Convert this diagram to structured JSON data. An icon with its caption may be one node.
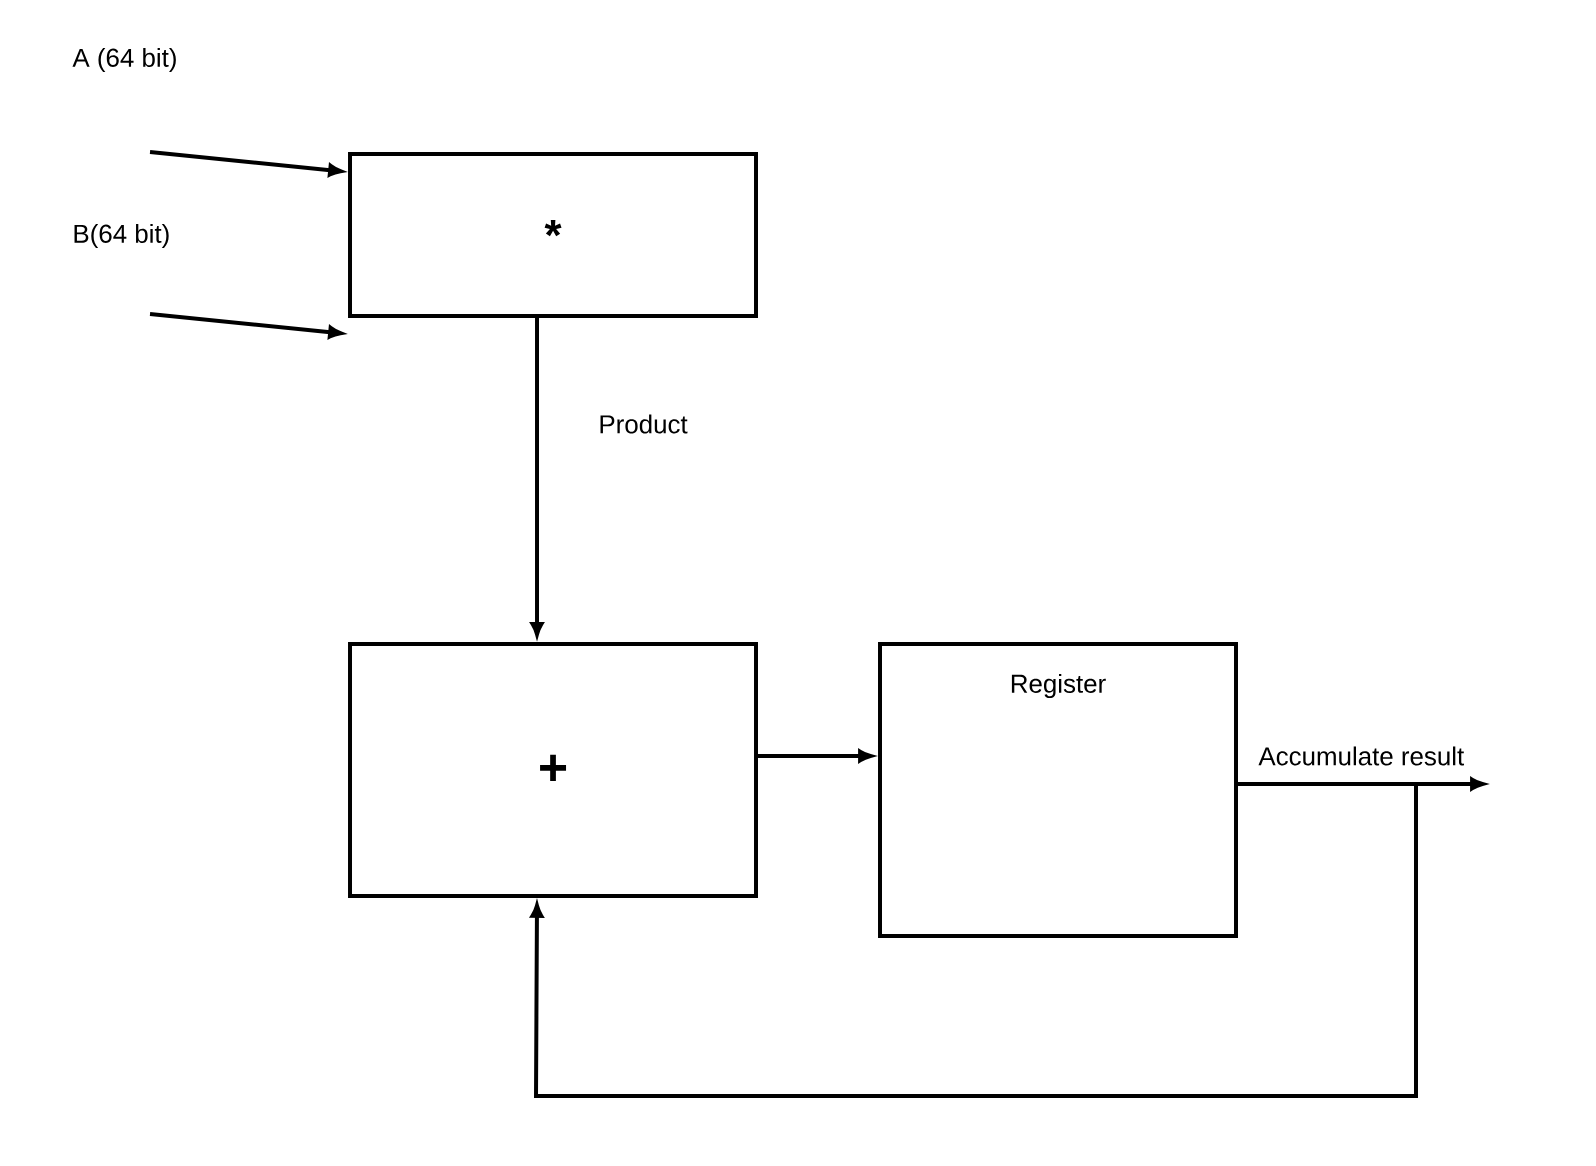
{
  "diagram": {
    "nodes": [
      {
        "text": [
          "*"
        ]
      },
      {
        "text": [
          "+"
        ]
      },
      {
        "text": [
          "Register"
        ]
      }
    ],
    "edges": [
      {
        "from": null,
        "to": 0,
        "arrow": "to",
        "label": "A (64 bit)"
      },
      {
        "from": null,
        "to": 0,
        "arrow": "to",
        "label": "B(64 bit)"
      },
      {
        "from": 0,
        "to": 1,
        "arrow": "to",
        "label": "Product"
      },
      {
        "from": 1,
        "to": 2,
        "arrow": "to"
      },
      {
        "from": 2,
        "to": null,
        "arrow": "to",
        "label": "Accumulate result"
      },
      {
        "from": 2,
        "to": 1,
        "arrow": "to"
      }
    ]
  }
}
